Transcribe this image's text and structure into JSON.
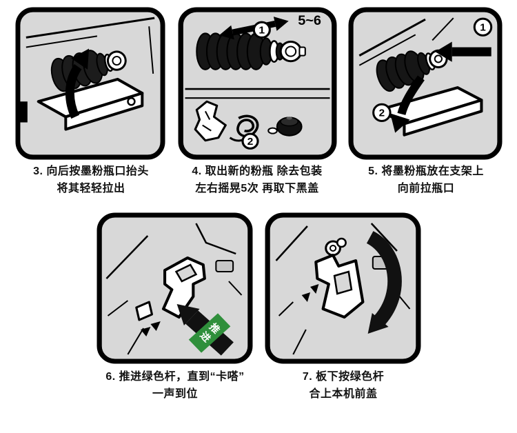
{
  "page": {
    "bg": "#ffffff",
    "panel_bg": "#d8d8d8",
    "line_color": "#111111",
    "accent_green": "#2f8f3b"
  },
  "steps": [
    {
      "caption1": "3. 向后按墨粉瓶口抬头",
      "caption2": "将其轻轻拉出"
    },
    {
      "caption1": "4. 取出新的粉瓶 除去包装",
      "caption2": "左右摇晃5次 再取下黑盖",
      "shake_count": "5~6",
      "badge1": "1",
      "badge2": "2"
    },
    {
      "caption1": "5. 将墨粉瓶放在支架上",
      "caption2": "向前拉瓶口",
      "badge1": "1",
      "badge2": "2"
    },
    {
      "caption1": "6. 推进绿色杆，直到“卡嗒”",
      "caption2": "一声到位",
      "arrow_label_char1": "推",
      "arrow_label_char2": "进"
    },
    {
      "caption1": "7. 板下按绿色杆",
      "caption2": "合上本机前盖"
    }
  ]
}
